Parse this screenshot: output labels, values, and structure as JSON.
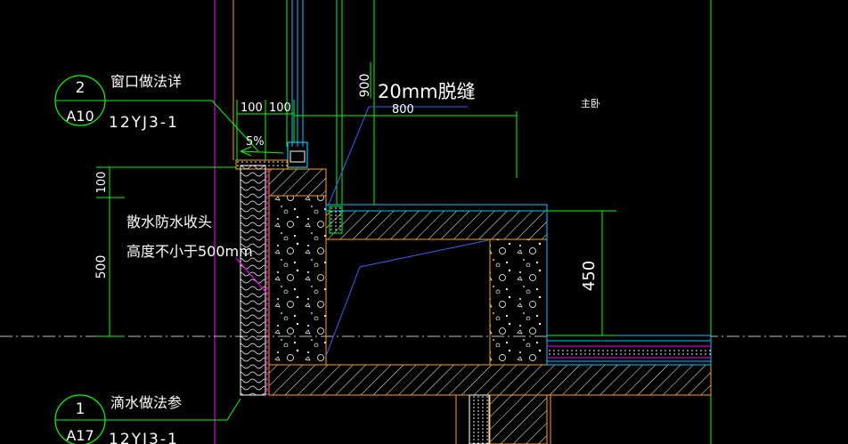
{
  "colors": {
    "background": "#000000",
    "green_line": "#00ff00",
    "magenta_line": "#ff00ff",
    "orange_line": "#ffa500",
    "cyan_line": "#00c8ff",
    "blue_line": "#4060ff",
    "white_hatch": "#ffffff",
    "concrete_dot": "#ffffff"
  },
  "callout_top": {
    "number": "2",
    "sheet": "A10",
    "title": "窗口做法详",
    "ref": "12YJ3-1"
  },
  "callout_bottom": {
    "number": "1",
    "sheet": "A17",
    "title": "滴水做法参",
    "ref": "12YJ3-1"
  },
  "dims": {
    "d100a": "100",
    "d100b": "100",
    "slope": "5%",
    "d900": "900",
    "d800": "800",
    "d20": "20mm脱缝",
    "d100v": "100",
    "d500v": "500",
    "d450": "450"
  },
  "notes": {
    "line1": "散水防水收头",
    "line2": "高度不小于500mm",
    "room": "主卧"
  }
}
